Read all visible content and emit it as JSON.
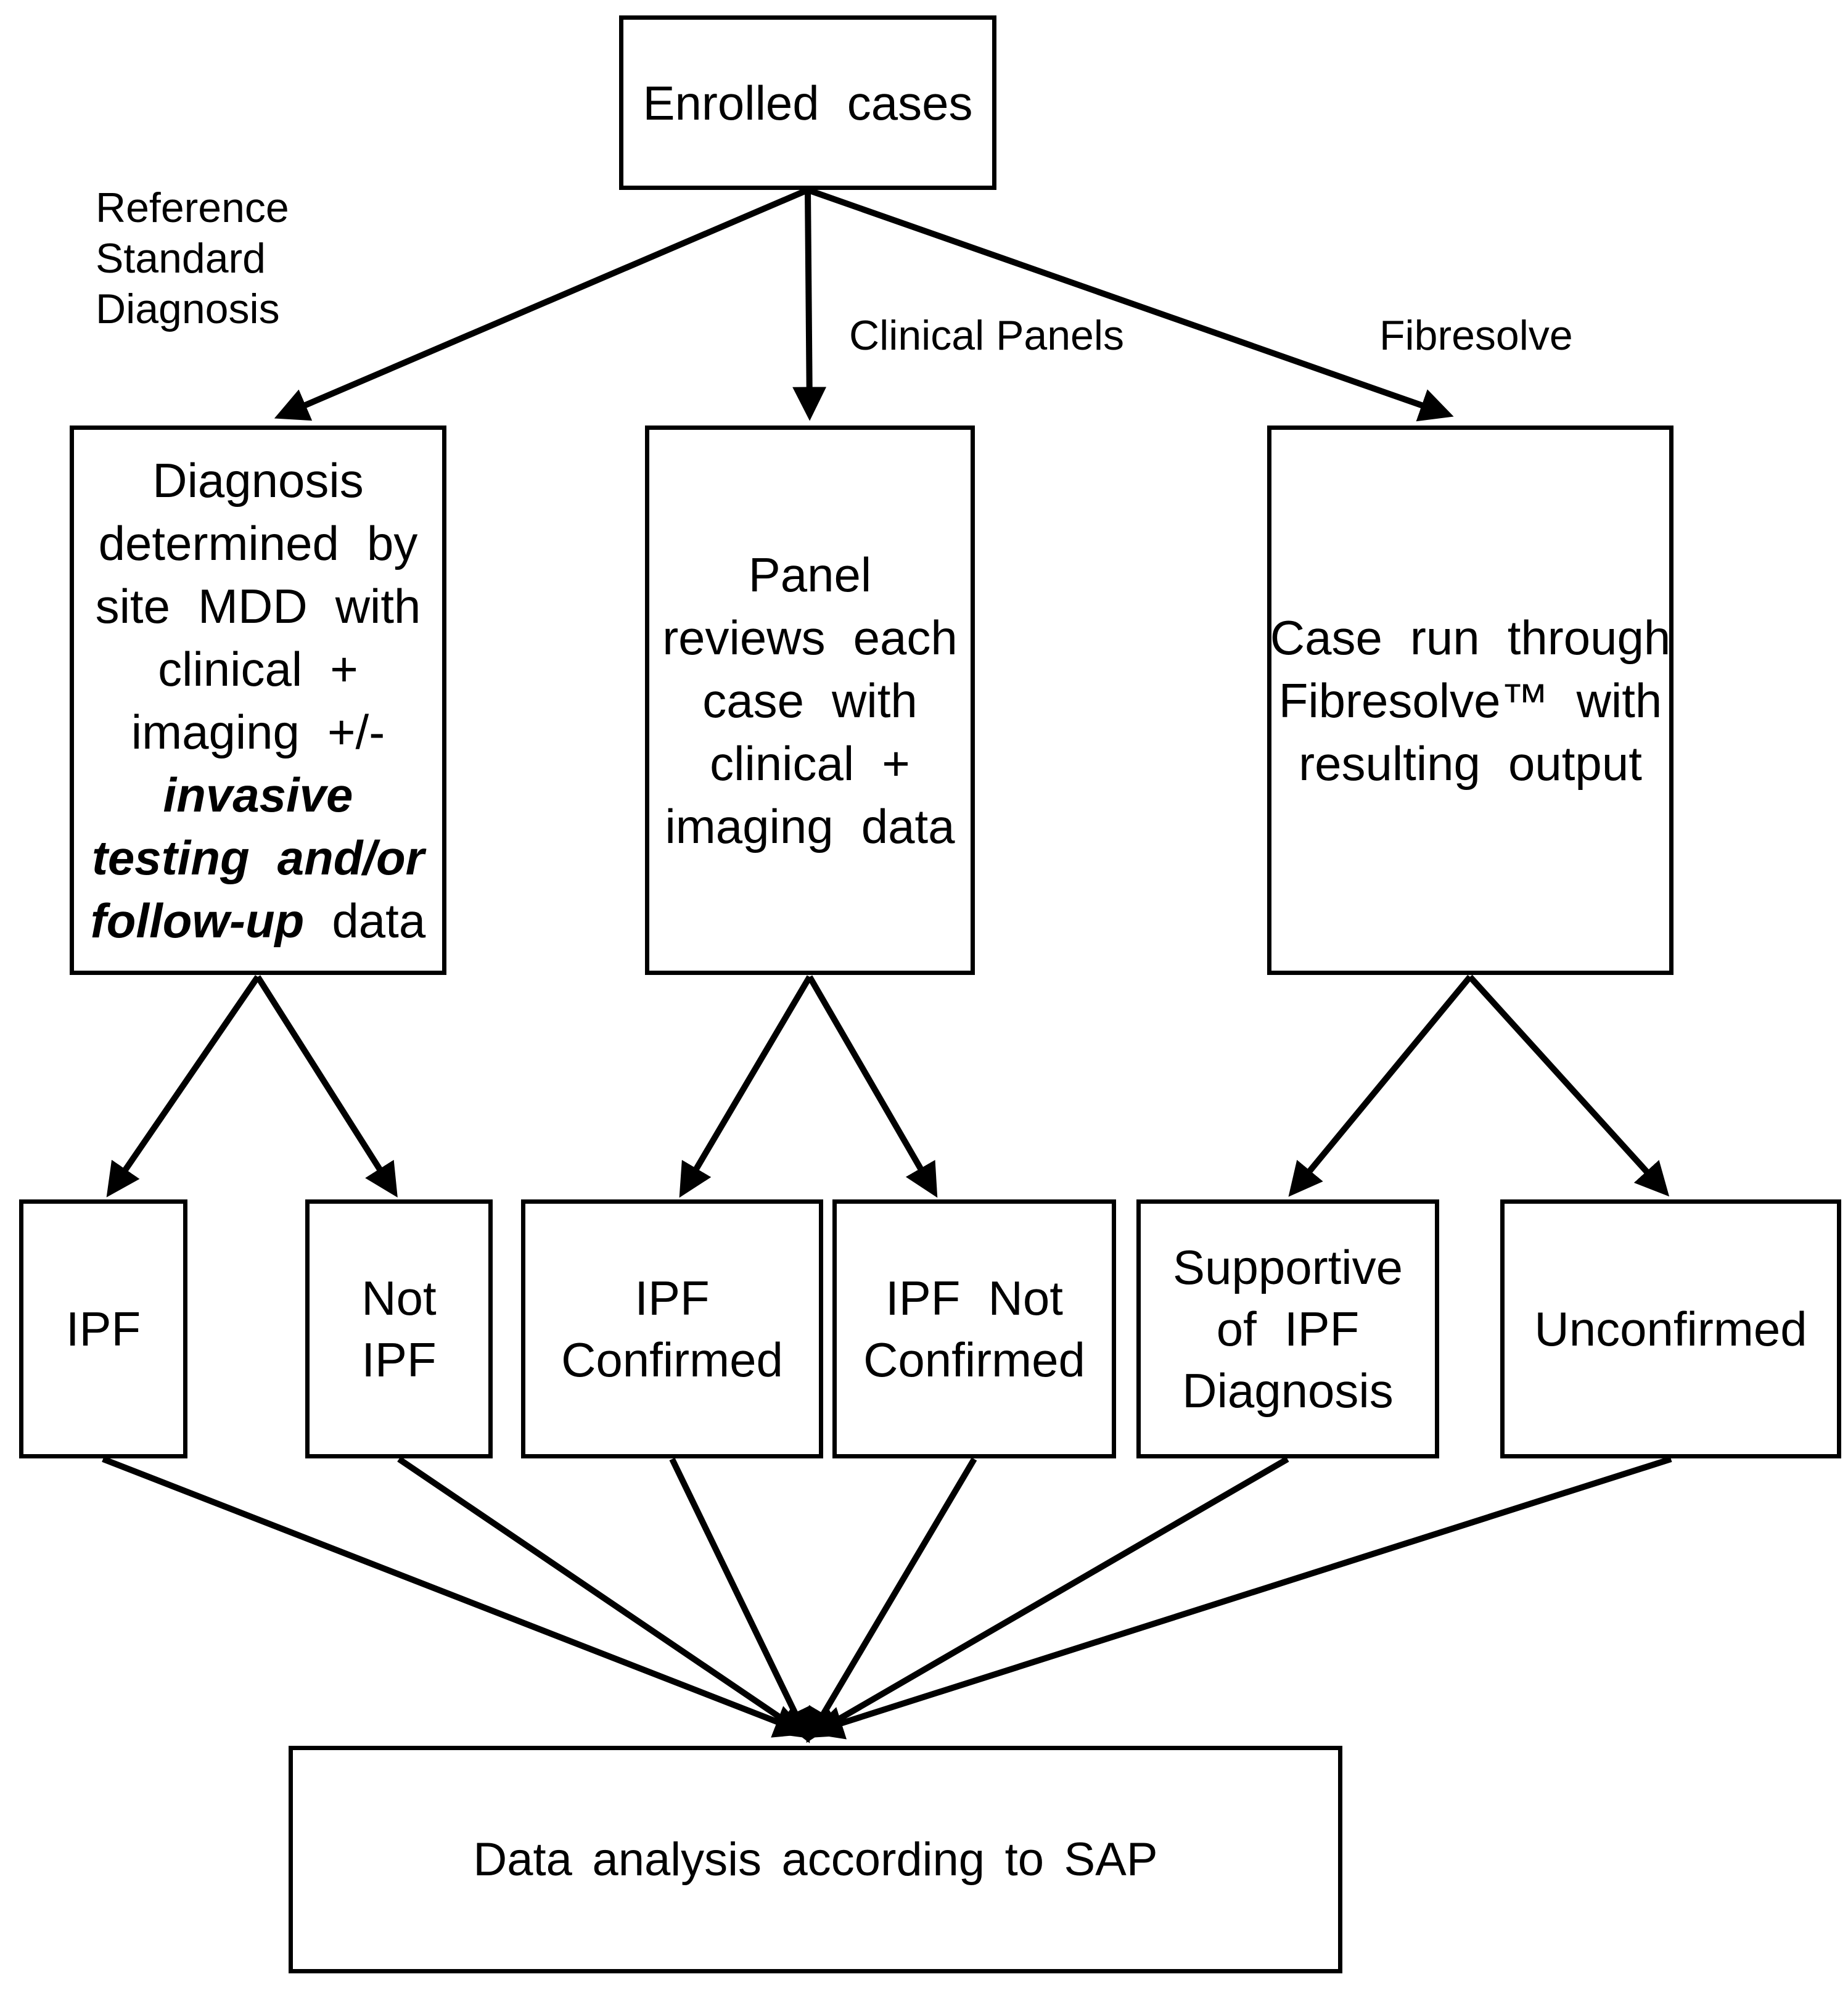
{
  "diagram": {
    "background_color": "#ffffff",
    "line_color": "#000000",
    "labels": {
      "reference_standard": {
        "lines": [
          {
            "text": "Reference"
          },
          {
            "text": "Standard"
          },
          {
            "text": "Diagnosis"
          }
        ]
      },
      "clinical_panels": "Clinical Panels",
      "fibresolve": "Fibresolve"
    },
    "boxes": {
      "enrolled": {
        "lines": [
          {
            "text": "Enrolled cases"
          }
        ]
      },
      "mdd": {
        "lines": [
          {
            "text": "Diagnosis"
          },
          {
            "text": "determined by"
          },
          {
            "text": "site MDD with"
          },
          {
            "text": "clinical +"
          },
          {
            "text": "imaging +/-"
          },
          {
            "text": "invasive",
            "style": "bi"
          },
          {
            "text": "testing and/or",
            "style": "bi"
          },
          {
            "text": "follow-up",
            "style": "bi",
            "suffix": " data"
          }
        ]
      },
      "panel": {
        "lines": [
          {
            "text": "Panel"
          },
          {
            "text": "reviews each"
          },
          {
            "text": "case with"
          },
          {
            "text": "clinical +"
          },
          {
            "text": "imaging data"
          }
        ]
      },
      "fibresolve_run": {
        "lines": [
          {
            "text": "Case run through"
          },
          {
            "text": "Fibresolve™ with"
          },
          {
            "text": "resulting output"
          }
        ]
      },
      "ipf": {
        "lines": [
          {
            "text": "IPF"
          }
        ]
      },
      "not_ipf": {
        "lines": [
          {
            "text": "Not"
          },
          {
            "text": "IPF"
          }
        ]
      },
      "ipf_confirmed": {
        "lines": [
          {
            "text": "IPF"
          },
          {
            "text": "Confirmed"
          }
        ]
      },
      "ipf_not_confirmed": {
        "lines": [
          {
            "text": "IPF Not"
          },
          {
            "text": "Confirmed"
          }
        ]
      },
      "supportive": {
        "lines": [
          {
            "text": "Supportive"
          },
          {
            "text": "of IPF"
          },
          {
            "text": "Diagnosis"
          }
        ]
      },
      "unconfirmed": {
        "lines": [
          {
            "text": "Unconfirmed"
          }
        ]
      },
      "data_analysis": {
        "lines": [
          {
            "text": "Data analysis according to SAP"
          }
        ]
      }
    }
  }
}
